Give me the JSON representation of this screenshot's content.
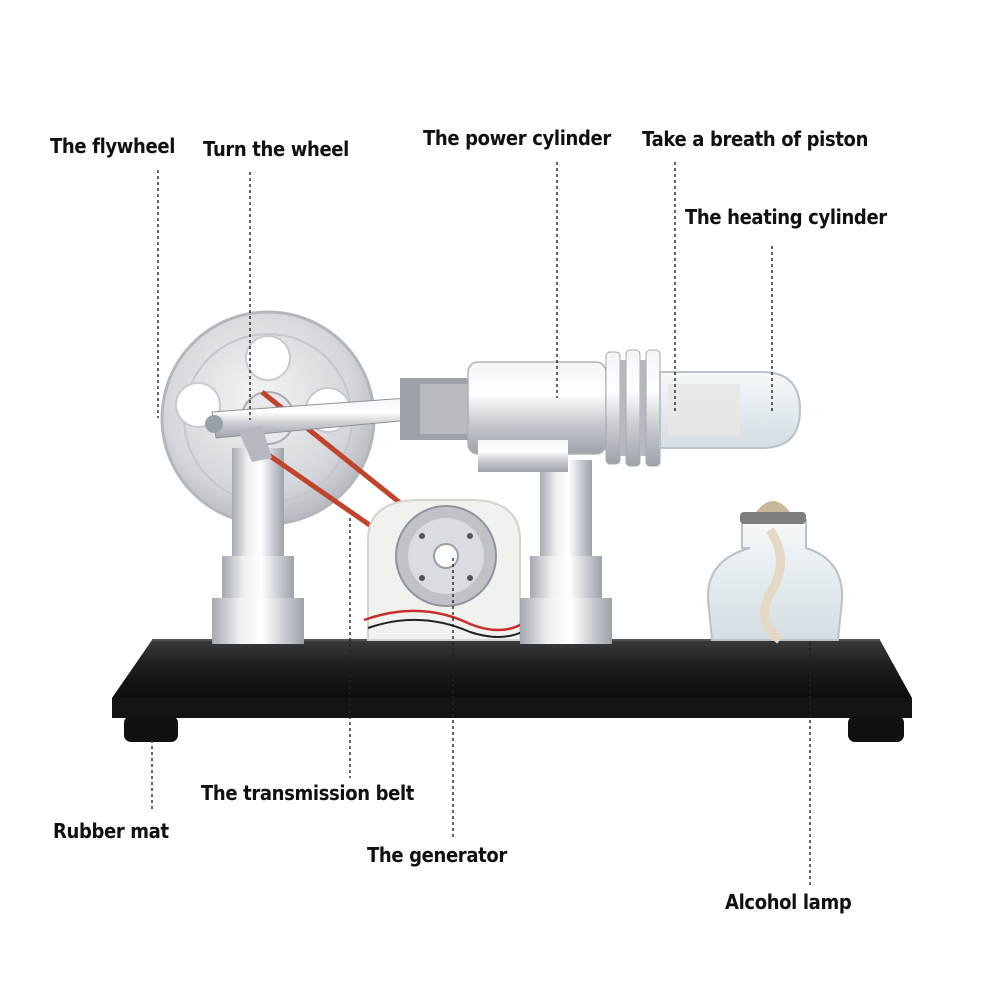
{
  "labels": {
    "flywheel": "The flywheel",
    "turn_wheel": "Turn the wheel",
    "power_cylinder": "The power cylinder",
    "breath_piston": "Take a breath of piston",
    "heating_cylinder": "The heating cylinder",
    "transmission_belt": "The transmission belt",
    "rubber_mat": "Rubber mat",
    "generator": "The generator",
    "alcohol_lamp": "Alcohol lamp"
  },
  "colors": {
    "metal": "#d9dce0",
    "base": "#1c1c1c",
    "belt": "#c0432b",
    "glass": "#eef3f6",
    "generator_housing": "#f1f1ee"
  }
}
